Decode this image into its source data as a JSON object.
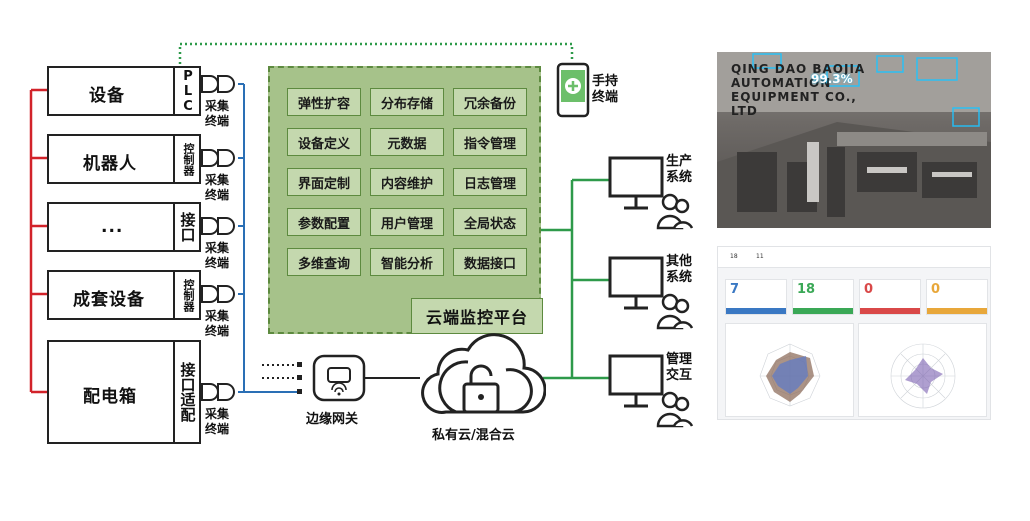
{
  "devices": [
    {
      "name": "设备",
      "controller": "PLC",
      "terminal": "采集终端"
    },
    {
      "name": "机器人",
      "controller": "控制器",
      "terminal": "采集终端"
    },
    {
      "name": "...",
      "controller": "接口",
      "terminal": "采集终端"
    },
    {
      "name": "成套设备",
      "controller": "控制器",
      "terminal": "采集终端"
    },
    {
      "name": "配电箱",
      "controller": "接口适配",
      "terminal": "采集终端"
    }
  ],
  "platform": {
    "title": "云端监控平台",
    "modules": [
      "弹性扩容",
      "分布存储",
      "冗余备份",
      "设备定义",
      "元数据",
      "指令管理",
      "界面定制",
      "内容维护",
      "日志管理",
      "参数配置",
      "用户管理",
      "全局状态",
      "多维查询",
      "智能分析",
      "数据接口"
    ]
  },
  "handheld": {
    "label": "手持终端"
  },
  "gateway": {
    "label": "边缘网关"
  },
  "cloud": {
    "label": "私有云/混合云"
  },
  "systems": [
    {
      "label": "生产系统"
    },
    {
      "label": "其他系统"
    },
    {
      "label": "管理交互"
    }
  ],
  "photo": {
    "sign_text": "QING DAO BAOJIA AUTOMATION EQUIPMENT CO., LTD",
    "overlay_value": "99.3%"
  },
  "dashboard": {
    "tabs": [
      "18",
      "11"
    ],
    "cards": [
      {
        "value": "7",
        "color": "#3a78c3"
      },
      {
        "value": "18",
        "color": "#3aa856"
      },
      {
        "value": "0",
        "color": "#d94848"
      },
      {
        "value": "0",
        "color": "#e8a73a"
      }
    ]
  },
  "colors": {
    "power_line": "#d2232a",
    "data_line": "#2a6fb5",
    "network_line": "#2e9a4a",
    "platform_fill": "#a6c28a"
  }
}
